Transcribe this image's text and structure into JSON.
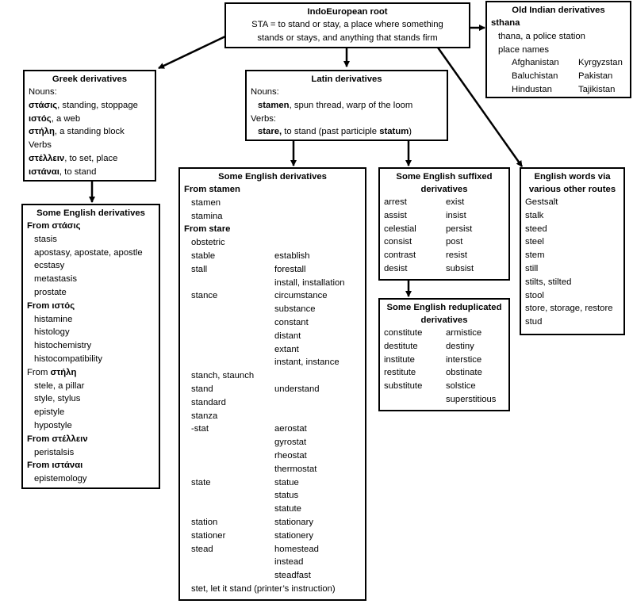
{
  "root": {
    "title": "IndoEuropean root",
    "line1": "STA = to stand or stay, a place where something",
    "line2": "stands or stays, and anything that stands firm"
  },
  "old_indian": {
    "title": "Old Indian derivatives",
    "head": "sthana",
    "l1": "thana, a police station",
    "l2": "place names",
    "names_left": [
      "Afghanistan",
      "Baluchistan",
      "Hindustan"
    ],
    "names_right": [
      "Kyrgyzstan",
      "Pakistan",
      "Tajikistan"
    ]
  },
  "greek": {
    "title": "Greek derivatives",
    "nouns_label": "Nouns:",
    "n1_word": "στάσις",
    "n1_gloss": ", standing, stoppage",
    "n2_word": "ιστός",
    "n2_gloss": ", a web",
    "n3_word": "στήλη",
    "n3_gloss": ", a standing block",
    "verbs_label": "Verbs",
    "v1_word": "στέλλειν",
    "v1_gloss": ", to set, place",
    "v2_word": "ιστάναι",
    "v2_gloss": ", to stand"
  },
  "latin": {
    "title": "Latin derivatives",
    "nouns_label": "Nouns:",
    "n1_word": "stamen",
    "n1_gloss": ", spun thread, warp of the loom",
    "verbs_label": "Verbs:",
    "v1_word": "stare,",
    "v1_gloss": " to stand (past participle ",
    "v1_pp": "statum",
    "v1_close": ")"
  },
  "greek_english": {
    "title": "Some English derivatives",
    "groups": [
      {
        "prefix": "From ",
        "word": "στάσις",
        "bold_prefix": true,
        "items": [
          "stasis",
          "apostasy, apostate, apostle",
          "ecstasy",
          "metastasis",
          "prostate"
        ]
      },
      {
        "prefix": "From ",
        "word": "ιστός",
        "bold_prefix": true,
        "items": [
          "histamine",
          "histology",
          "histochemistry",
          "histocompatibility"
        ]
      },
      {
        "prefix": "From ",
        "word": "στήλη",
        "bold_prefix": false,
        "items": [
          "stele, a pillar",
          "style, stylus",
          "epistyle",
          "hypostyle"
        ]
      },
      {
        "prefix": "From ",
        "word": "στέλλειν",
        "bold_prefix": true,
        "items": [
          "peristalsis"
        ]
      },
      {
        "prefix": "From ",
        "word": "ιστάναι",
        "bold_prefix": true,
        "items": [
          "epistemology"
        ]
      }
    ]
  },
  "latin_english": {
    "title": "Some English derivatives",
    "from_stamen": "From stamen",
    "stamen_items": [
      "stamen",
      "stamina"
    ],
    "from_stare": "From stare",
    "rows": [
      [
        "obstetric",
        ""
      ],
      [
        "stable",
        "establish"
      ],
      [
        "stall",
        "forestall"
      ],
      [
        "",
        "install, installation"
      ],
      [
        "stance",
        "circumstance"
      ],
      [
        "",
        "substance"
      ],
      [
        "",
        "constant"
      ],
      [
        "",
        "distant"
      ],
      [
        "",
        "extant"
      ],
      [
        "",
        "instant, instance"
      ],
      [
        "stanch, staunch",
        ""
      ],
      [
        "stand",
        "understand"
      ],
      [
        "standard",
        ""
      ],
      [
        "stanza",
        ""
      ],
      [
        "-stat",
        "aerostat"
      ],
      [
        "",
        "gyrostat"
      ],
      [
        "",
        "rheostat"
      ],
      [
        "",
        "thermostat"
      ],
      [
        "state",
        "statue"
      ],
      [
        "",
        "status"
      ],
      [
        "",
        "statute"
      ],
      [
        "station",
        "stationary"
      ],
      [
        "stationer",
        "stationery"
      ],
      [
        "stead",
        "homestead"
      ],
      [
        "",
        "instead"
      ],
      [
        "",
        "steadfast"
      ]
    ],
    "last": "stet, let it stand (printer’s instruction)"
  },
  "suffixed": {
    "title1": "Some English suffixed",
    "title2": "derivatives",
    "left": [
      "arrest",
      "assist",
      "celestial",
      "consist",
      "contrast",
      "desist"
    ],
    "right": [
      "exist",
      "insist",
      "persist",
      "post",
      "resist",
      "subsist"
    ]
  },
  "reduplicated": {
    "title1": "Some English reduplicated",
    "title2": "derivatives",
    "left": [
      "constitute",
      "destitute",
      "institute",
      "restitute",
      "substitute"
    ],
    "right": [
      "armistice",
      "destiny",
      "interstice",
      "obstinate",
      "solstice",
      "superstitious"
    ]
  },
  "other_routes": {
    "title1": "English words via",
    "title2": "various other routes",
    "items": [
      "Gestsalt",
      "stalk",
      "steed",
      "steel",
      "stem",
      "still",
      "stilts, stilted",
      "stool",
      "store, storage, restore",
      "stud"
    ]
  }
}
